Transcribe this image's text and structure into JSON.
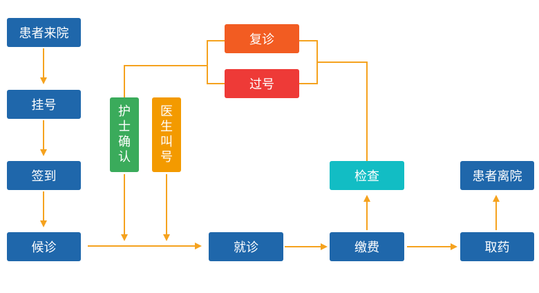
{
  "colors": {
    "blue": "#1f67ab",
    "arrow": "#f5a21e",
    "revisit": "#f25c22",
    "skip": "#ee3a37",
    "nurse": "#3aab5b",
    "doctor": "#f39a00",
    "exam": "#12bdc4"
  },
  "nodes": {
    "arrive": "患者来院",
    "register": "挂号",
    "signin": "签到",
    "wait": "候诊",
    "revisit": "复诊",
    "skip": "过号",
    "nurse_confirm": [
      "护",
      "士",
      "确",
      "认"
    ],
    "doctor_call": [
      "医",
      "生",
      "叫",
      "号"
    ],
    "consult": "就诊",
    "exam": "检查",
    "payment": "缴费",
    "leave": "患者离院",
    "medicine": "取药"
  }
}
